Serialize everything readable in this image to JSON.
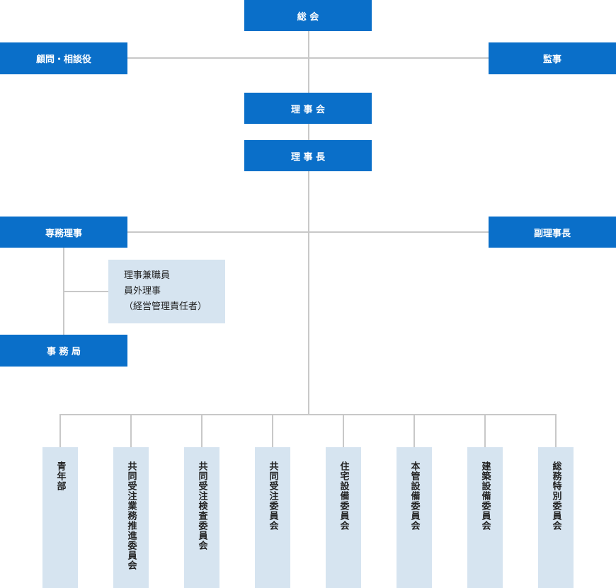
{
  "top": {
    "general_assembly": "総 会",
    "advisor": "顧問・相談役",
    "auditor": "監事",
    "board": "理 事 会",
    "chairman": "理 事 長"
  },
  "middle": {
    "managing_director": "専務理事",
    "vice_chairman": "副理事長",
    "secretariat": "事 務 局",
    "staff_director_lines": [
      "理事兼職員",
      "員外理事",
      "（経営管理責任者）"
    ]
  },
  "committees": [
    "青年部",
    "共同受注業務推進委員会",
    "共同受注検査委員会",
    "共同受注委員会",
    "住宅設備委員会",
    "本管設備委員会",
    "建築設備委員会",
    "総務特別委員会"
  ],
  "colors": {
    "primary_box": "#0a6fc9",
    "light_box": "#d6e4f0",
    "connector": "#c8c8c8"
  }
}
